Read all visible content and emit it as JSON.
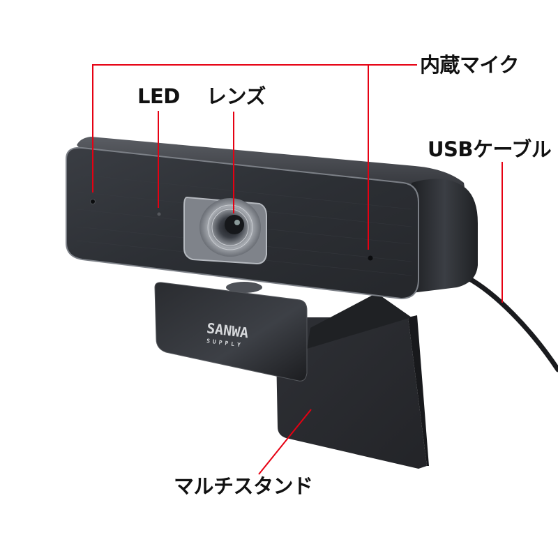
{
  "diagram": {
    "subject": "Webcam",
    "brand_logo": {
      "line1": "SANWA",
      "line2": "SUPPLY"
    },
    "callouts": [
      {
        "id": "mic",
        "label": "内蔵マイク"
      },
      {
        "id": "led",
        "label": "LED"
      },
      {
        "id": "lens",
        "label": "レンズ"
      },
      {
        "id": "usb",
        "label": "USBケーブル"
      },
      {
        "id": "stand",
        "label": "マルチスタンド"
      }
    ],
    "colors": {
      "leader_line": "#e60012",
      "body": "#2b2d31",
      "label_text": "#111111",
      "background": "#ffffff"
    }
  }
}
